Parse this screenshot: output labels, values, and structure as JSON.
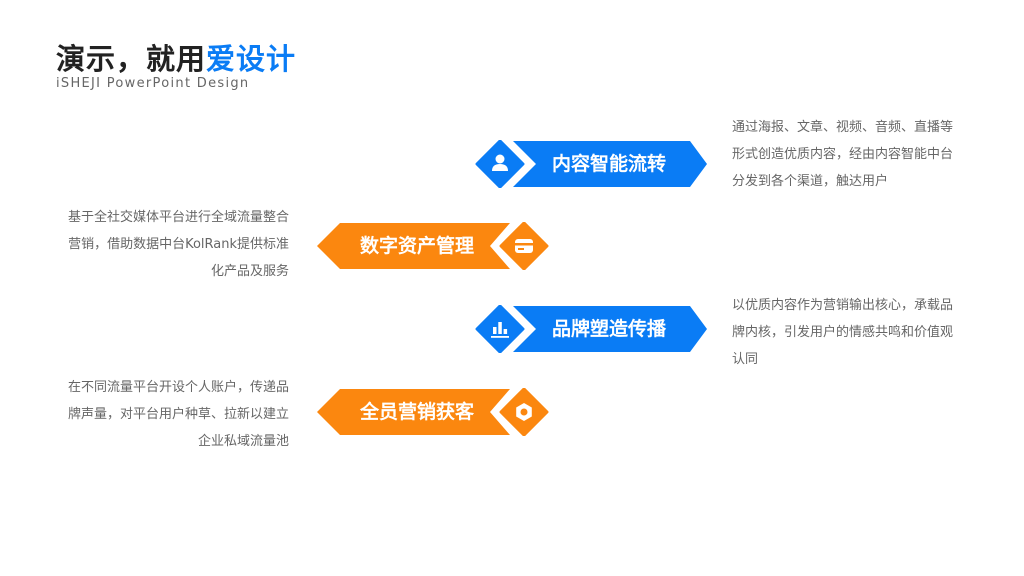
{
  "header": {
    "title_plain": "演示，就用",
    "title_highlight": "爱设计",
    "subtitle": "iSHEJI  PowerPoint  Design"
  },
  "colors": {
    "blue": "#0a7cf5",
    "orange": "#fb870f"
  },
  "items": [
    {
      "label": "内容智能流转",
      "icon": "user-icon",
      "desc": "通过海报、文章、视频、音频、直播等形式创造优质内容，经由内容智能中台分发到各个渠道，触达用户"
    },
    {
      "label": "数字资产管理",
      "icon": "card-icon",
      "desc": "基于全社交媒体平台进行全域流量整合营销，借助数据中台KolRank提供标准化产品及服务"
    },
    {
      "label": "品牌塑造传播",
      "icon": "bar-chart-icon",
      "desc": "以优质内容作为营销输出核心，承载品牌内核，引发用户的情感共鸣和价值观认同"
    },
    {
      "label": "全员营销获客",
      "icon": "gear-icon",
      "desc": "在不同流量平台开设个人账户，传递品牌声量，对平台用户种草、拉新以建立企业私域流量池"
    }
  ]
}
